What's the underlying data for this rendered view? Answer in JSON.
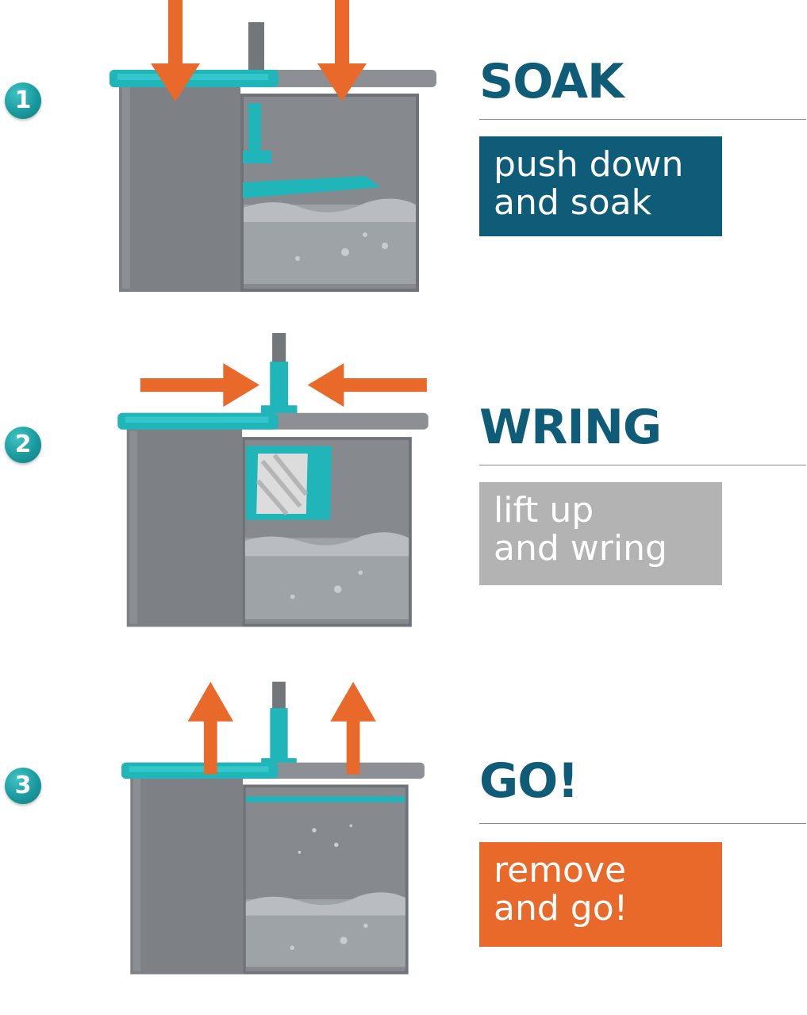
{
  "colors": {
    "title": "#0f5c78",
    "soak_box": "#0f5c78",
    "wring_box": "#b3b3b3",
    "go_box": "#e8692a",
    "arrow": "#e8692a",
    "teal": "#1fb5b9",
    "bucket": "#7f8387"
  },
  "steps": [
    {
      "number": "1",
      "title": "SOAK",
      "lines": [
        "push down",
        "and soak"
      ],
      "arrow_direction": "down"
    },
    {
      "number": "2",
      "title": "WRING",
      "lines": [
        "lift up",
        "and wring"
      ],
      "arrow_direction": "inward"
    },
    {
      "number": "3",
      "title": "GO!",
      "lines": [
        "remove",
        "and go!"
      ],
      "arrow_direction": "up"
    }
  ]
}
